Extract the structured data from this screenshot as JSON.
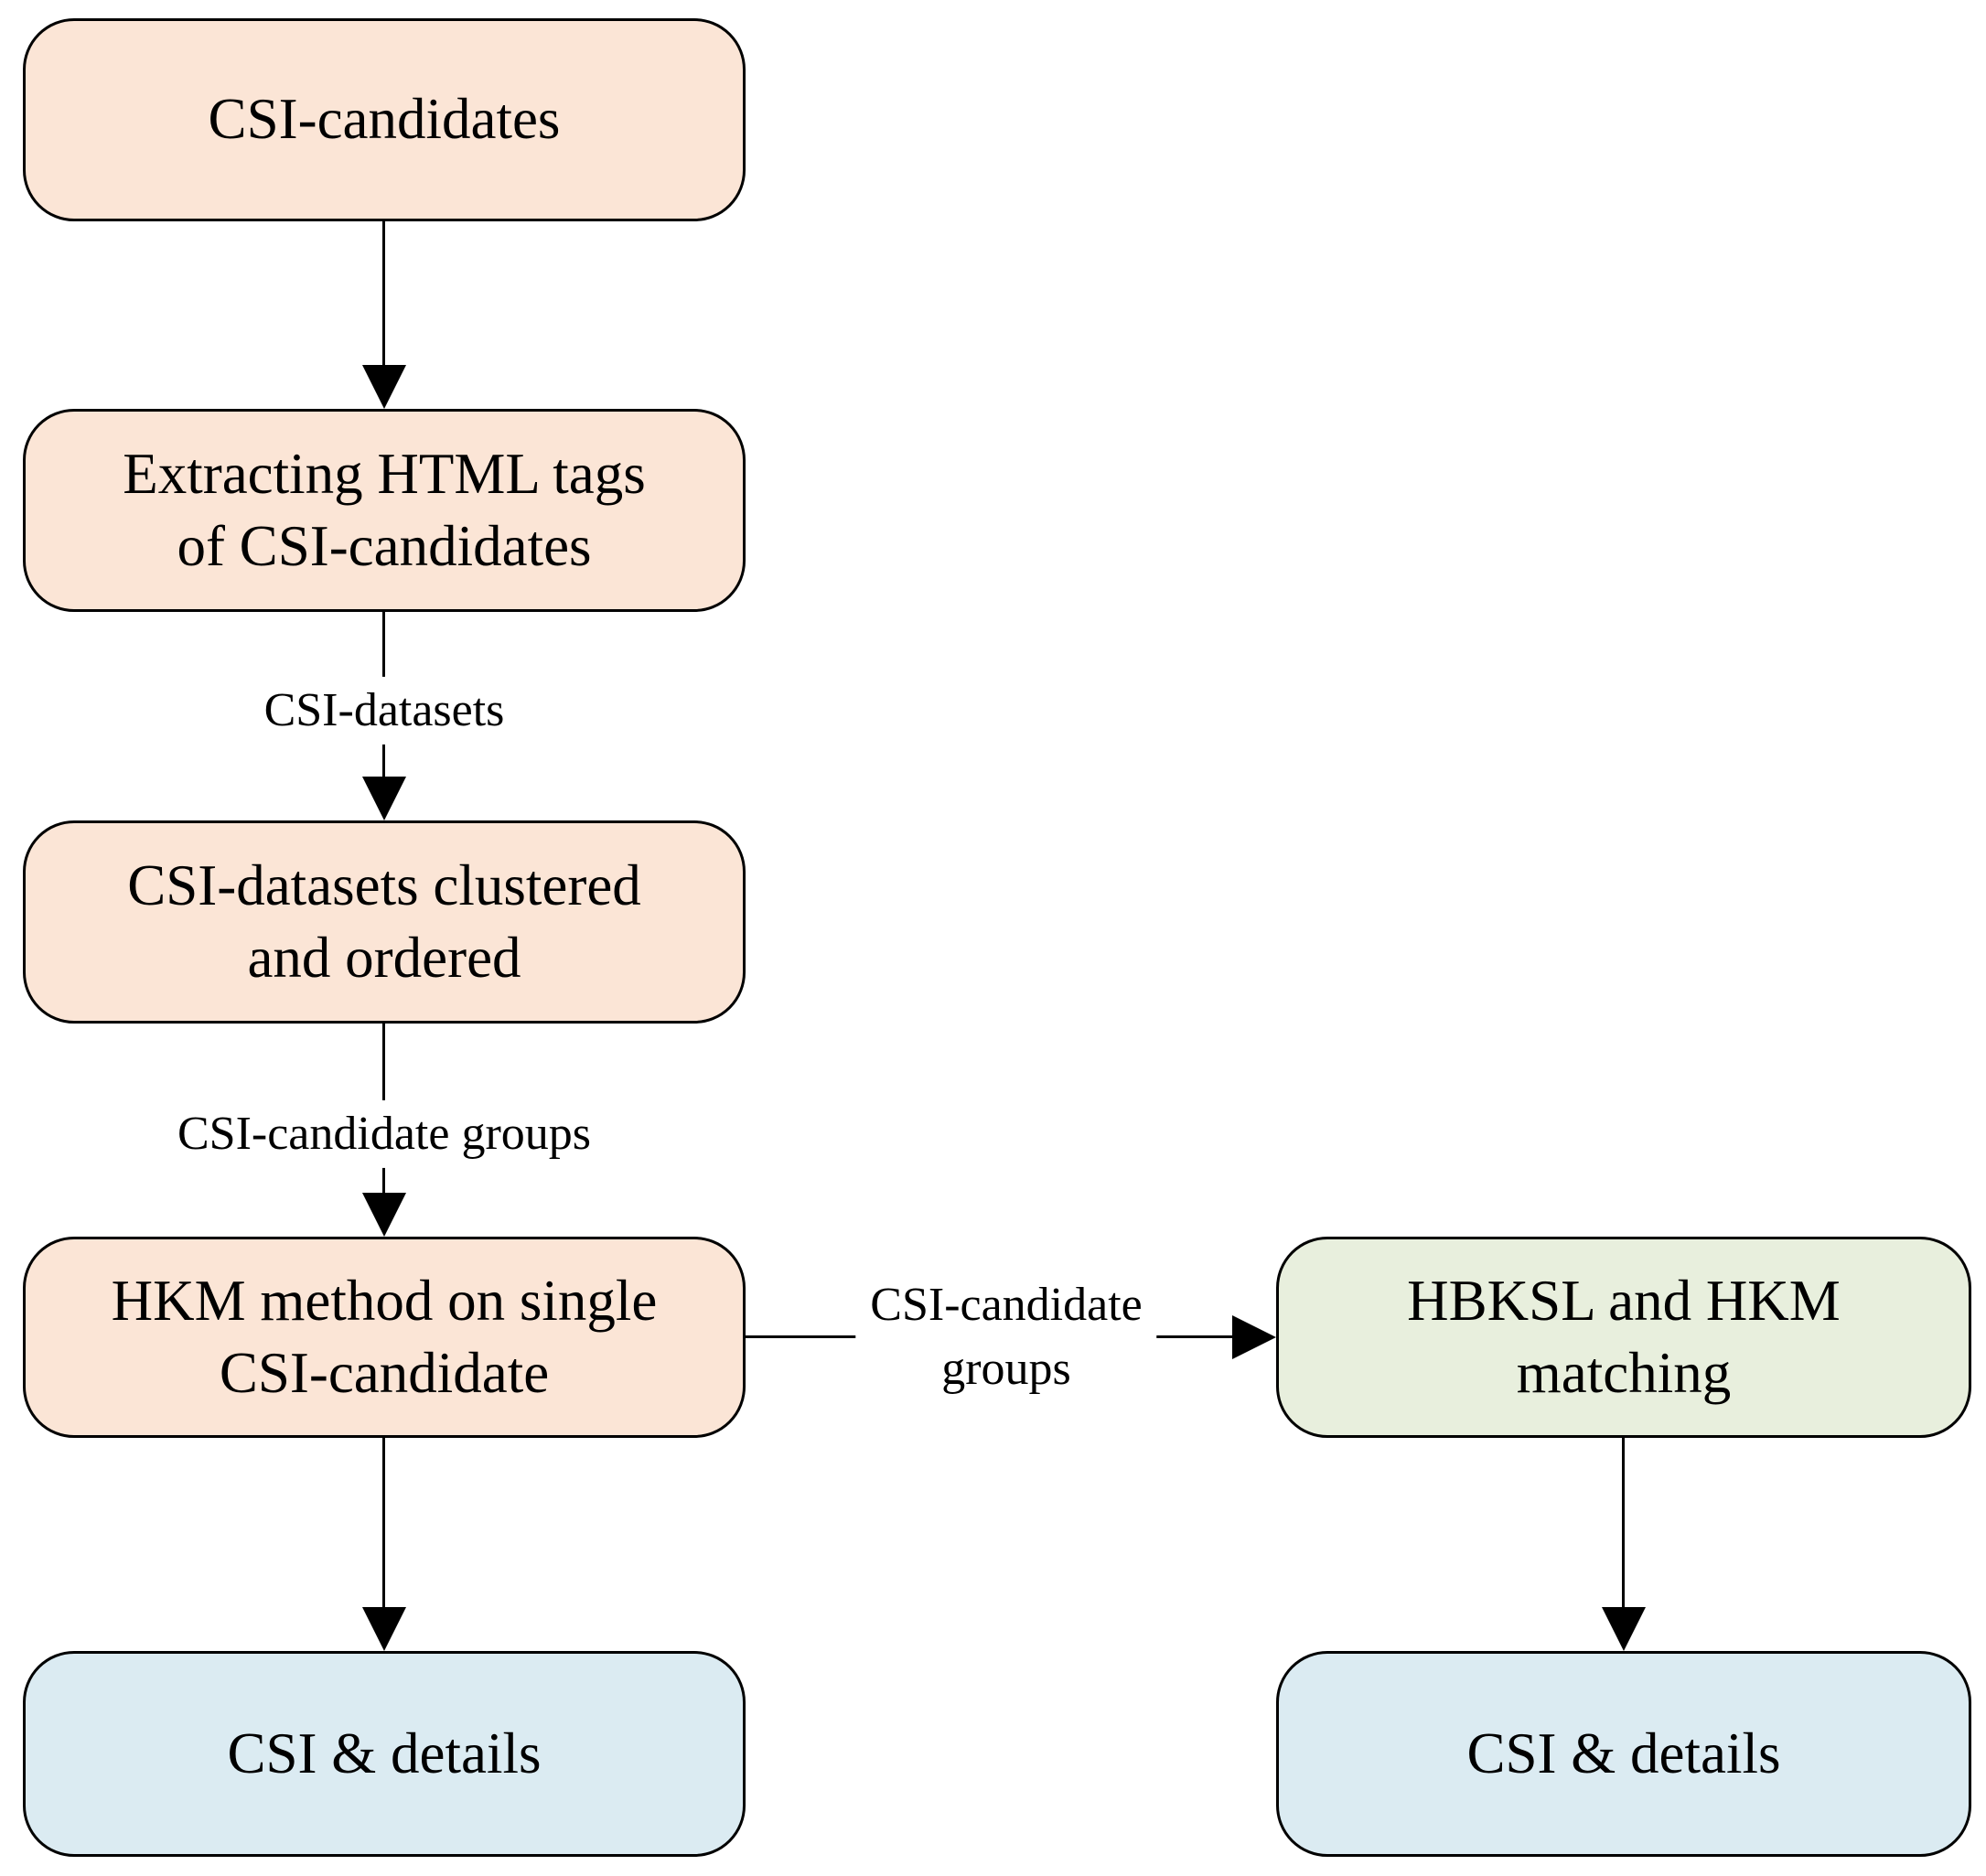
{
  "colors": {
    "background": "#FFFFFF",
    "node_peach": "#FBE5D6",
    "node_green": "#E8EFDD",
    "node_blue": "#DBEBF2",
    "stroke": "#000000",
    "label_text": "#000000"
  },
  "nodes": {
    "csi_candidates": {
      "label": "CSI-candidates"
    },
    "extract_html_tags": {
      "line1": "Extracting HTML tags",
      "line2": "of CSI-candidates"
    },
    "datasets_clustered": {
      "line1": "CSI-datasets clustered",
      "line2": "and ordered"
    },
    "hkm_method": {
      "line1": "HKM method on single",
      "line2": "CSI-candidate"
    },
    "hbksl_matching": {
      "line1": "HBKSL and HKM",
      "line2": "matching"
    },
    "csi_details_left": {
      "label": "CSI & details"
    },
    "csi_details_right": {
      "label": "CSI & details"
    }
  },
  "edge_labels": {
    "csi_datasets": "CSI-datasets",
    "csi_candidate_groups": "CSI-candidate groups",
    "csi_candidate_groups_h1": "CSI-candidate",
    "csi_candidate_groups_h2": "groups"
  }
}
